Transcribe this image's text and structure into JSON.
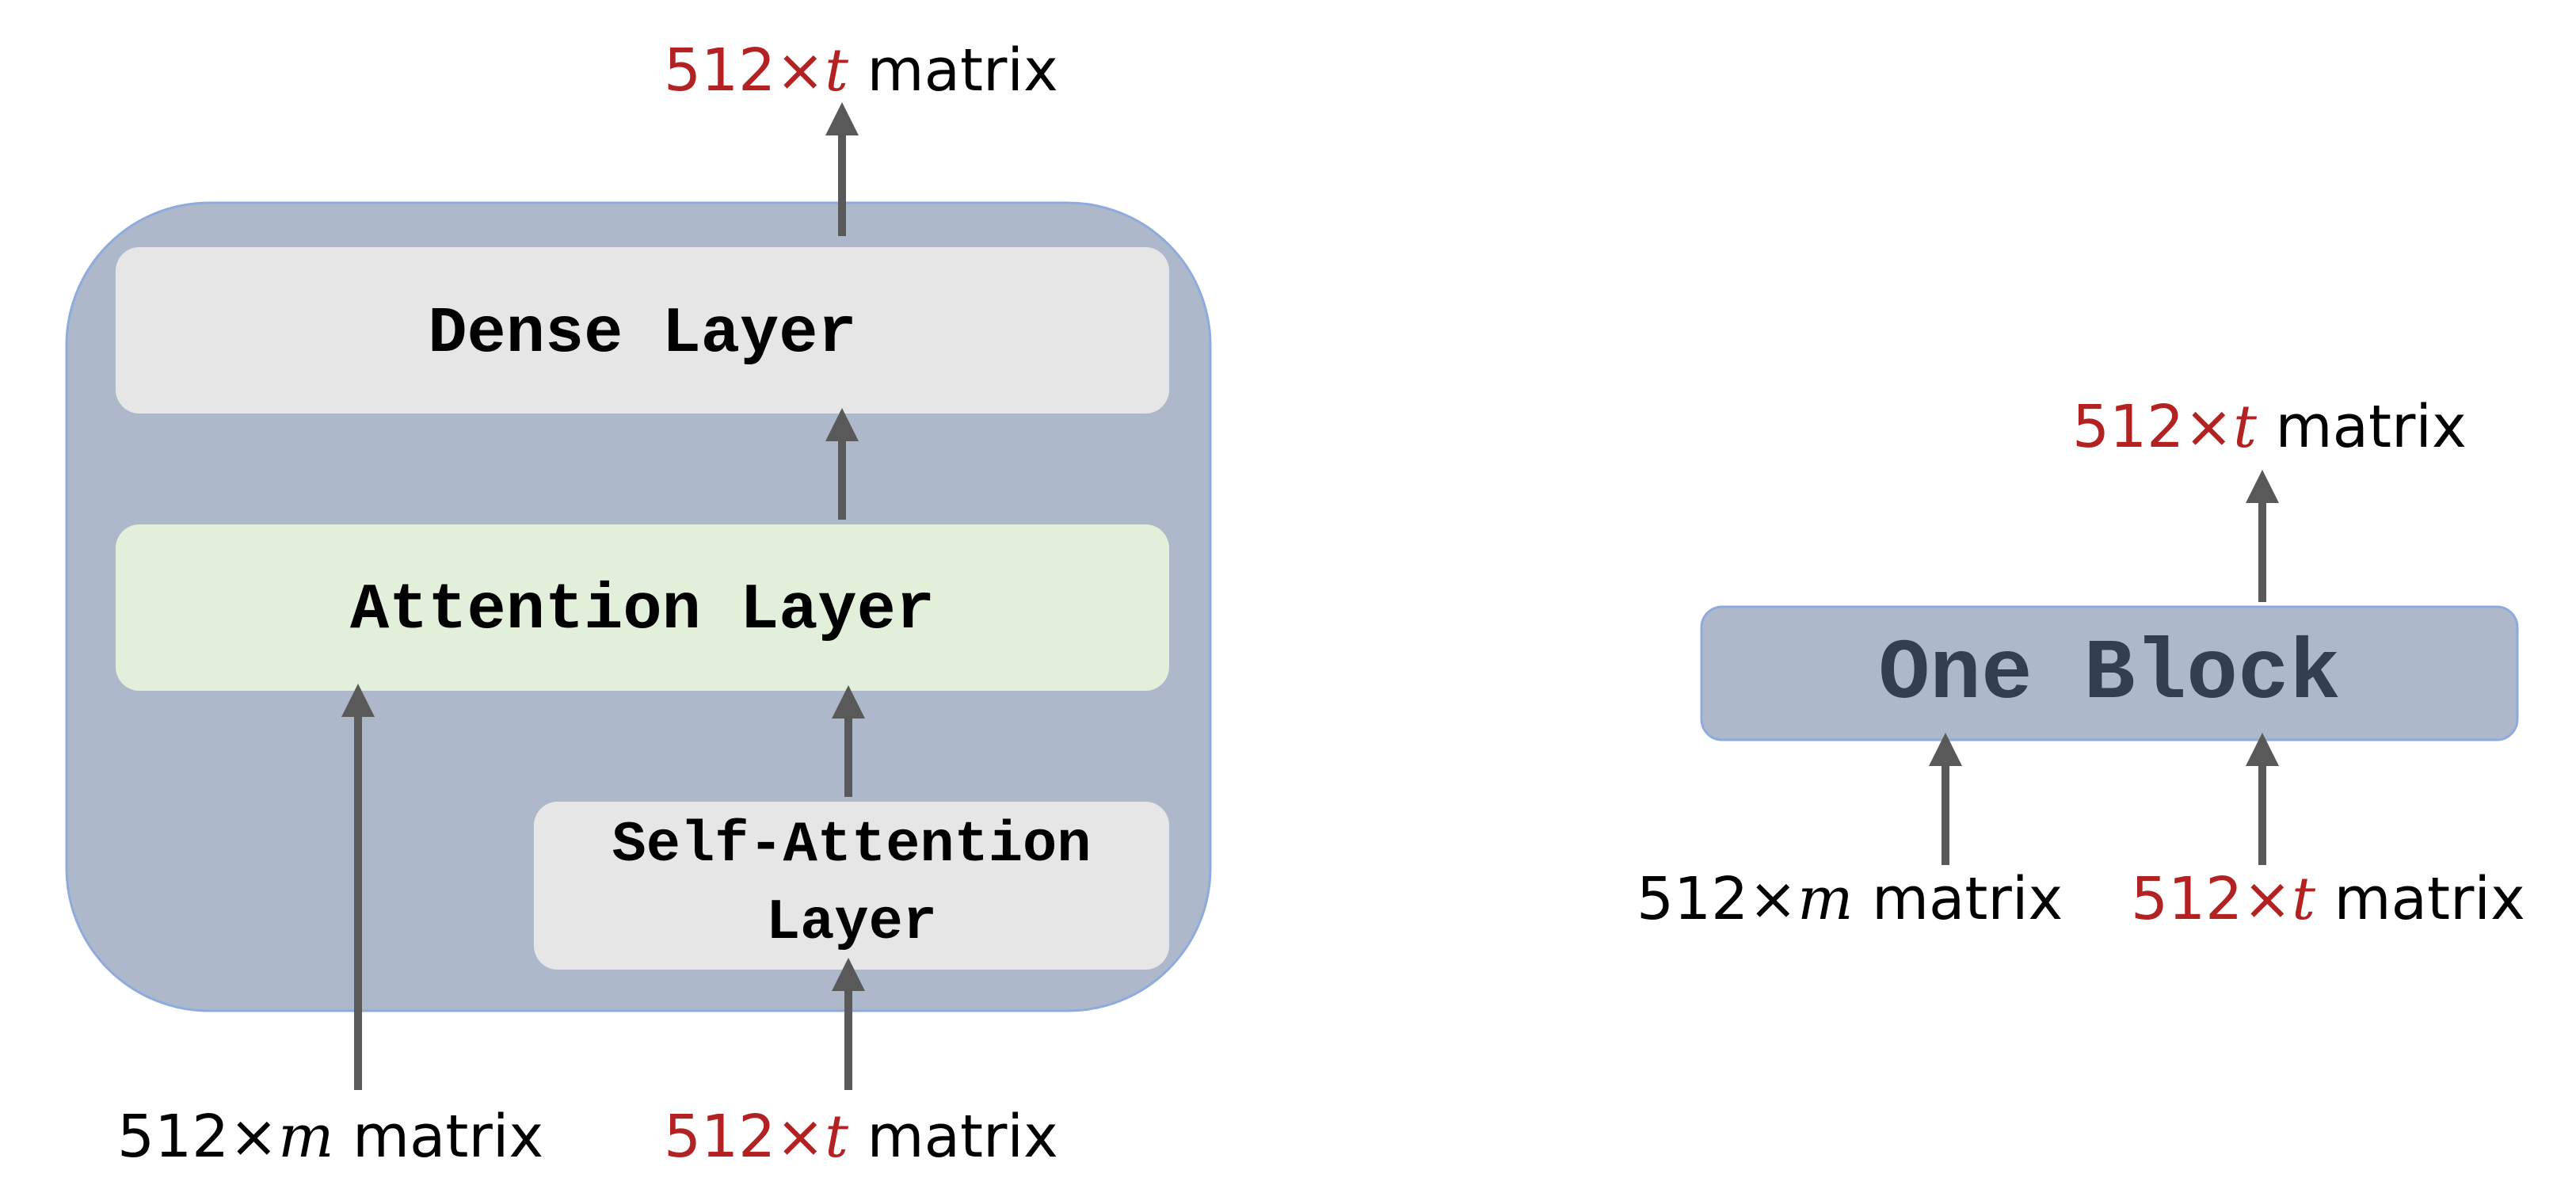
{
  "left_block": {
    "dense_layer_label": "Dense Layer",
    "attention_layer_label": "Attention Layer",
    "self_attention_line1": "Self-Attention",
    "self_attention_line2": "Layer",
    "output_label": {
      "num": "512",
      "times": "×",
      "var": "t",
      "suffix": " matrix"
    },
    "input_m_label": {
      "num": "512",
      "times": "×",
      "var": "m",
      "suffix": " matrix"
    },
    "input_t_label": {
      "num": "512",
      "times": "×",
      "var": "t",
      "suffix": " matrix"
    }
  },
  "right_block": {
    "one_block_label": "One Block",
    "output_label": {
      "num": "512",
      "times": "×",
      "var": "t",
      "suffix": " matrix"
    },
    "input_m_label": {
      "num": "512",
      "times": "×",
      "var": "m",
      "suffix": " matrix"
    },
    "input_t_label": {
      "num": "512",
      "times": "×",
      "var": "t",
      "suffix": " matrix"
    }
  },
  "colors": {
    "outer_block_fill": "#adb9ca",
    "outer_block_stroke": "#8faadc",
    "grey_box_fill": "#e7e6e6",
    "green_box_fill": "#e2efda",
    "arrow_color": "#595959",
    "accent_red": "#b22222",
    "text_black": "#000000",
    "one_block_text": "#333f50"
  }
}
